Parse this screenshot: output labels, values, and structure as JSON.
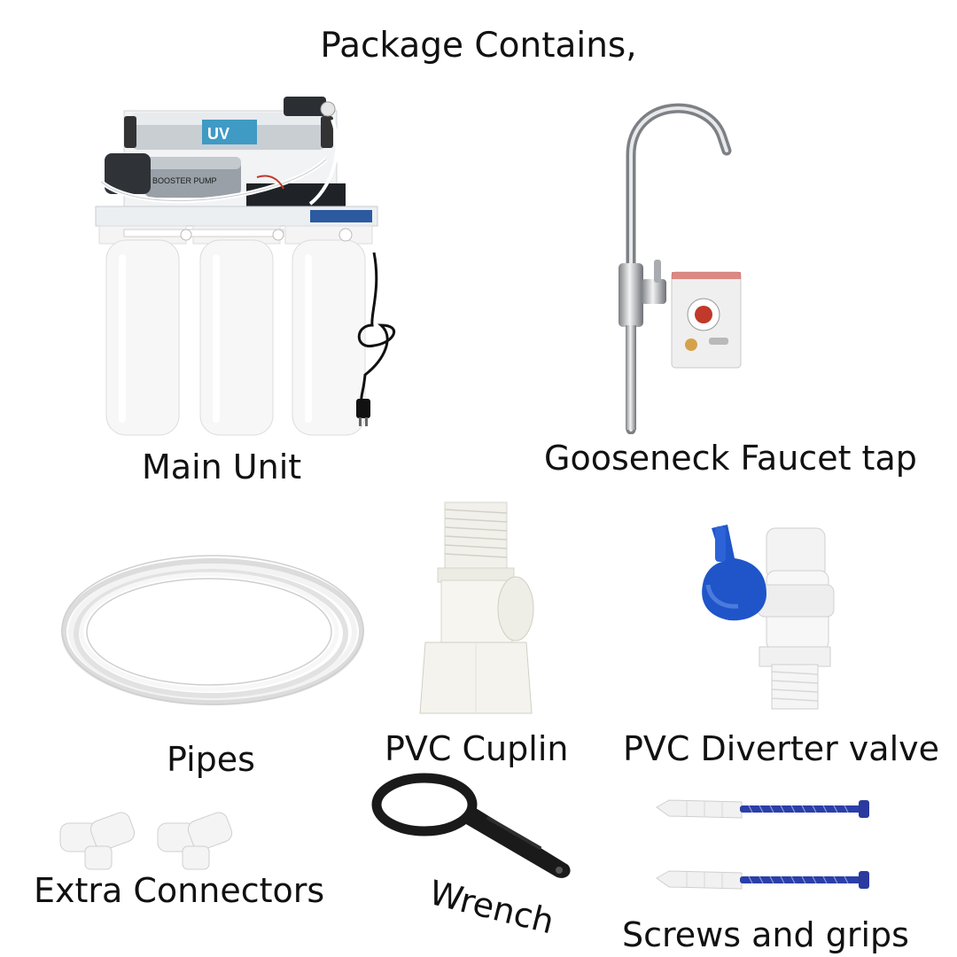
{
  "title": "Package Contains,",
  "items": {
    "main_unit": "Main Unit",
    "faucet": "Gooseneck Faucet tap",
    "pipes": "Pipes",
    "coupling": "PVC Cuplin",
    "diverter": "PVC Diverter valve",
    "connectors": "Extra Connectors",
    "wrench": "Wrench",
    "screws": "Screws and grips"
  },
  "product_text": {
    "uv_label": "UV",
    "pump_label": "BOOSTER PUMP"
  }
}
